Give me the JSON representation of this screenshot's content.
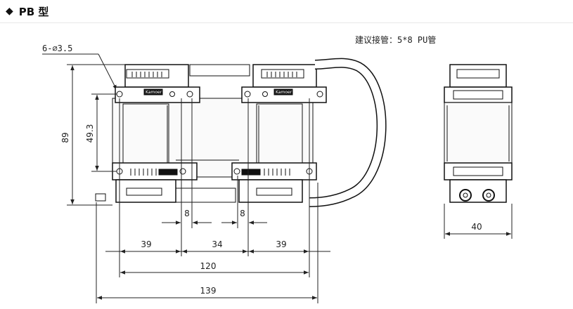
{
  "header": {
    "bullet": "◆",
    "title": "PB 型"
  },
  "note": "建议接管：5*8 PU管",
  "hole_callout": "6-∅3.5",
  "brand": "Kamoer",
  "dimensions": {
    "overall_height": "89",
    "mount_spacing_v": "49.3",
    "slot_left": "8",
    "slot_right": "8",
    "seg_left": "39",
    "seg_mid": "34",
    "seg_right": "39",
    "mount_spacing_h": "120",
    "overall_width": "139",
    "side_width": "40"
  }
}
